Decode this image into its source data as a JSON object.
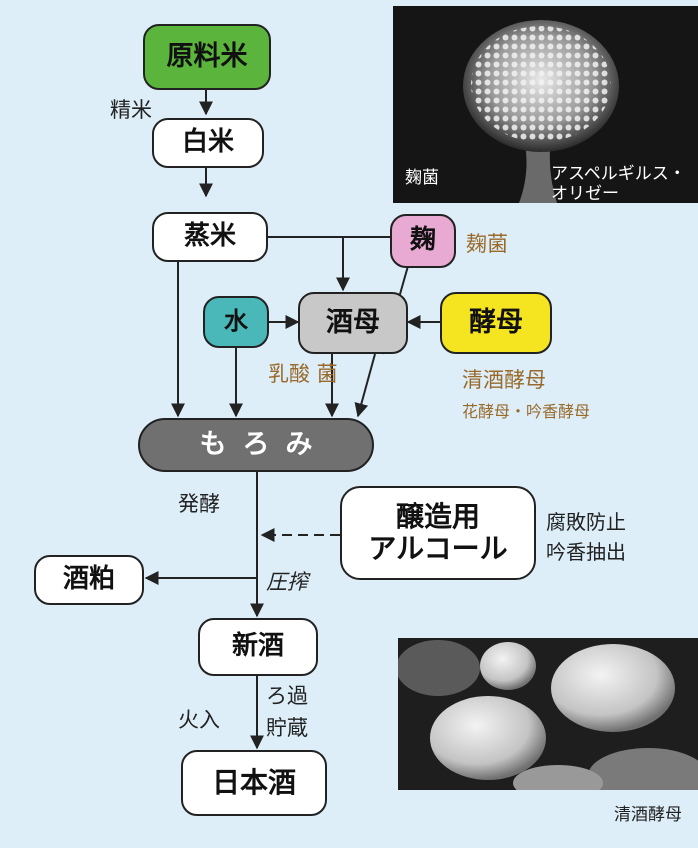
{
  "nodes": {
    "genryomai": "原料米",
    "hakumai": "白米",
    "mushimai": "蒸米",
    "koji": "麹",
    "mizu": "水",
    "shubo": "酒母",
    "kobo": "酵母",
    "moromi": "もろみ",
    "alcohol_line1": "醸造用",
    "alcohol_line2": "アルコール",
    "sakekasu": "酒粕",
    "shinshu": "新酒",
    "nihonshu": "日本酒"
  },
  "labels": {
    "seimai": "精米",
    "kojikin": "麹菌",
    "nyusankin": "乳酸 菌",
    "seishu_kobo": "清酒酵母",
    "hana_kobo": "花酵母・吟香酵母",
    "hakko": "発酵",
    "fuhai_boshi": "腐敗防止",
    "ginka_chushutsu": "吟香抽出",
    "assaku": "圧搾",
    "hiire": "火入",
    "roka": "ろ過",
    "chozo": "貯蔵"
  },
  "photos": {
    "top_caption_left": "麹菌",
    "top_caption_right_line1": "アスペルギルス・",
    "top_caption_right_line2": "オリゼー",
    "bottom_caption": "清酒酵母"
  },
  "colors": {
    "background": "#ddeef8",
    "genryomai": "#5bb53c",
    "koji": "#e8a9d2",
    "mizu": "#4ab7b8",
    "shubo": "#c8c8c8",
    "kobo": "#f4e520",
    "moromi": "#707070",
    "label_brown": "#9a6a2a"
  }
}
